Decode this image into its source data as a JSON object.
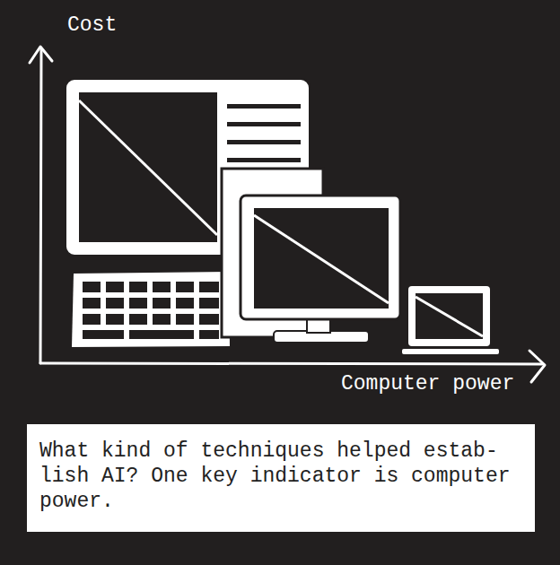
{
  "diagram": {
    "caption": "What kind of techniques helped estab- lish AI? One key indicator is computer power.",
    "labels": [
      "Cost",
      "Computer power"
    ]
  }
}
